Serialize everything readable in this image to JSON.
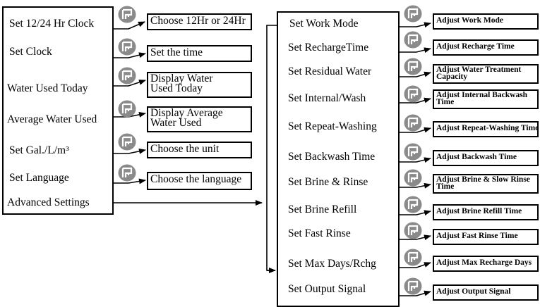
{
  "left_menu": {
    "items": [
      {
        "label": "Set 12/24 Hr Clock",
        "action": "Choose 12Hr or 24Hr"
      },
      {
        "label": "Set Clock",
        "action": "Set the time"
      },
      {
        "label": "Water Used Today",
        "action_line1": "Display Water",
        "action_line2": "Used Today"
      },
      {
        "label": "Average Water Used",
        "action_line1": "Display Average",
        "action_line2": "Water Used"
      },
      {
        "label": "Set Gal./L/m³",
        "action": "Choose the unit"
      },
      {
        "label": "Set Language",
        "action": "Choose the language"
      }
    ],
    "advanced": "Advanced Settings"
  },
  "right_menu": {
    "items": [
      {
        "label": "Set Work Mode",
        "action": "Adjust Work Mode"
      },
      {
        "label": "Set RechargeTime",
        "action": "Adjust Recharge Time"
      },
      {
        "label": "Set Residual Water",
        "action_line1": "Adjust Water Treatment",
        "action_line2": "Capacity"
      },
      {
        "label": "Set Internal/Wash",
        "action_line1": "Adjust Internal Backwash",
        "action_line2": "Time"
      },
      {
        "label": "Set Repeat-Washing",
        "action": "Adjust Repeat-Washing Time"
      },
      {
        "label": "Set Backwash Time",
        "action": "Adjust Backwash Time"
      },
      {
        "label": "Set Brine & Rinse",
        "action_line1": "Adjust Brine & Slow Rinse",
        "action_line2": "Time"
      },
      {
        "label": "Set Brine Refill",
        "action": "Adjust Brine Refill Time"
      },
      {
        "label": "Set Fast Rinse",
        "action": "Adjust Fast Rinse Time"
      },
      {
        "label": "Set Max Days/Rchg",
        "action": "Adjust Max Recharge Days"
      },
      {
        "label": "Set Output Signal",
        "action": "Adjust Output Signal"
      }
    ]
  },
  "colors": {
    "button_fill": "#8a8a8a",
    "line": "#000000"
  },
  "icon": "menu-button-icon"
}
